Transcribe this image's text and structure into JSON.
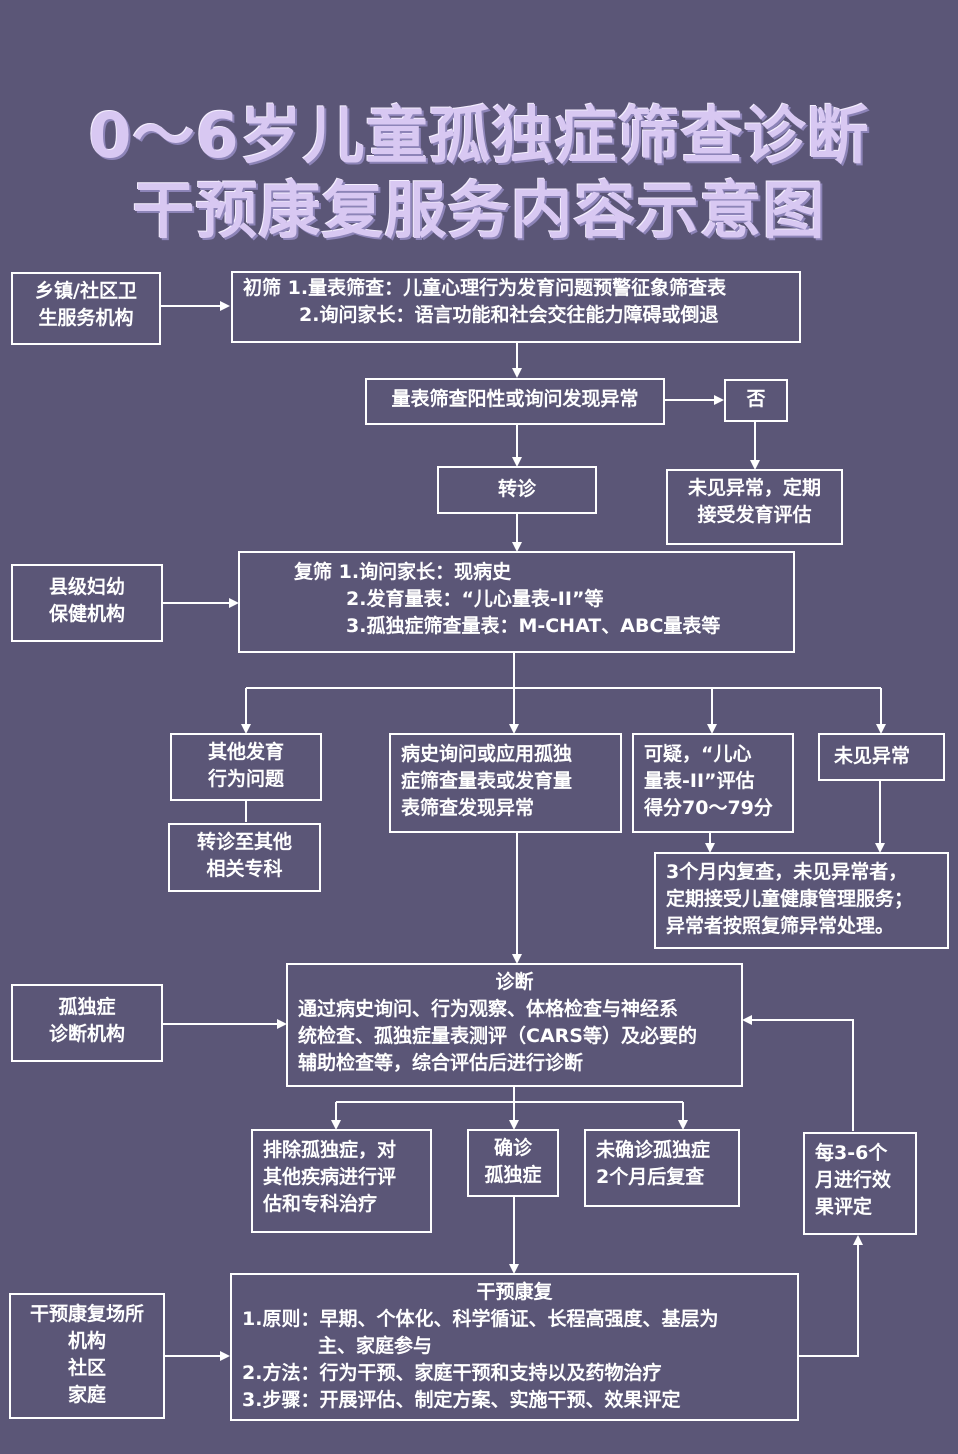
{
  "title": {
    "line1": "0～6岁儿童孤独症筛查诊断",
    "line2": "干预康复服务内容示意图"
  },
  "institutions": {
    "township": [
      "乡镇/社区卫",
      "生服务机构"
    ],
    "county": [
      "县级妇幼",
      "保健机构"
    ],
    "autism_diag": [
      "孤独症",
      "诊断机构"
    ],
    "rehab_sites": [
      "干预康复场所",
      "机构",
      "社区",
      "家庭"
    ]
  },
  "initial_screening": {
    "label": "初筛",
    "item1": "1.量表筛查：儿童心理行为发育问题预警征象筛查表",
    "item2": "2.询问家长：语言功能和社会交往能力障碍或倒退"
  },
  "decision": "量表筛查阳性或询问发现异常",
  "no": "否",
  "referral": "转诊",
  "no_abnormal_regular": [
    "未见异常，定期",
    "接受发育评估"
  ],
  "rescreening": {
    "label": "复筛",
    "item1": "1.询问家长：现病史",
    "item2": "2.发育量表：“儿心量表-II”等",
    "item3": "3.孤独症筛查量表：M-CHAT、ABC量表等"
  },
  "branches": {
    "other_problems": [
      "其他发育",
      "行为问题"
    ],
    "refer_other": [
      "转诊至其他",
      "相关专科"
    ],
    "abnormal_found": [
      "病史询问或应用孤独",
      "症筛查量表或发育量",
      "表筛查发现异常"
    ],
    "suspicious": [
      "可疑，“儿心",
      "量表-II”评估",
      "得分70～79分"
    ],
    "no_abnormal": "未见异常",
    "recheck_3m": [
      "3个月内复查，未见异常者，",
      "定期接受儿童健康管理服务；",
      "异常者按照复筛异常处理。"
    ]
  },
  "diagnosis": {
    "label": "诊断",
    "lines": [
      "通过病史询问、行为观察、体格检查与神经系",
      "统检查、孤独症量表测评（CARS等）及必要的",
      "辅助检查等，综合评估后进行诊断"
    ]
  },
  "outcomes": {
    "excluded": [
      "排除孤独症，对",
      "其他疾病进行评",
      "估和专科治疗"
    ],
    "confirmed": [
      "确诊",
      "孤独症"
    ],
    "unconfirmed": [
      "未确诊孤独症",
      "2个月后复查"
    ],
    "evaluation": [
      "每3-6个",
      "月进行效",
      "果评定"
    ]
  },
  "intervention": {
    "label": "干预康复",
    "lines": [
      "1.原则：早期、个体化、科学循证、长程高强度、基层为",
      "主、家庭参与",
      "2.方法：行为干预、家庭干预和支持以及药物治疗",
      "3.步骤：开展评估、制定方案、实施干预、效果评定"
    ]
  },
  "colors": {
    "background": "#5b5677",
    "title": "#d8c8f2",
    "line": "#ffffff"
  }
}
